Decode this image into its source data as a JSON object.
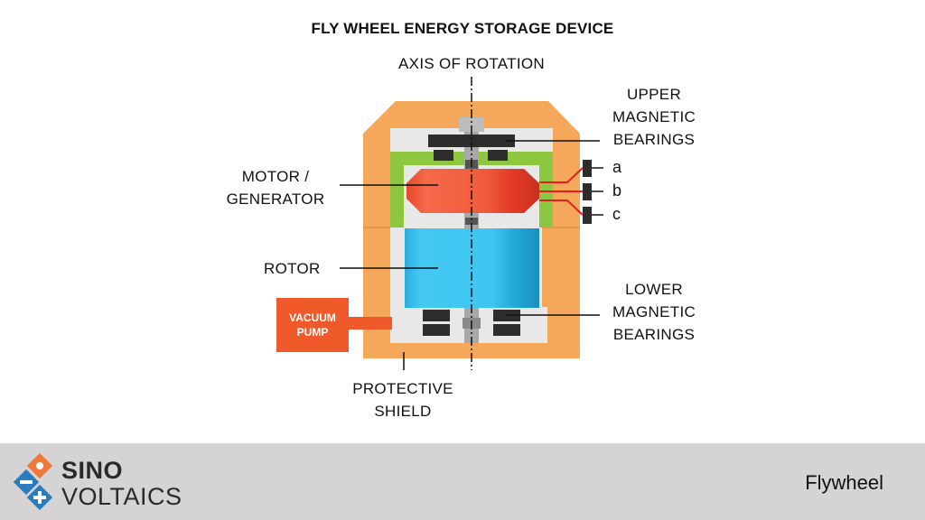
{
  "title": "FLY WHEEL ENERGY STORAGE DEVICE",
  "labels": {
    "axis": "AXIS OF  ROTATION",
    "upper_bearings": "UPPER\nMAGNETIC\nBEARINGS",
    "motor_generator": "MOTOR /\nGENERATOR",
    "rotor": "ROTOR",
    "lower_bearings": "LOWER\nMAGNETIC\nBEARINGS",
    "protective_shield": "PROTECTIVE\nSHIELD",
    "vacuum_pump": "VACUUM\nPUMP"
  },
  "phases": [
    "a",
    "b",
    "c"
  ],
  "footer": {
    "brand_top": "SINO",
    "brand_bottom": "VOLTAICS",
    "caption": "Flywheel"
  },
  "colors": {
    "shield": "#f5a85a",
    "vacuum": "#e8e8e8",
    "stator": "#8dc63f",
    "motor": "#f05a3a",
    "rotor": "#3ec6f0",
    "pump": "#f05a2a",
    "bearing": "#2d2d2d",
    "shaft": "#a8a8a8"
  }
}
